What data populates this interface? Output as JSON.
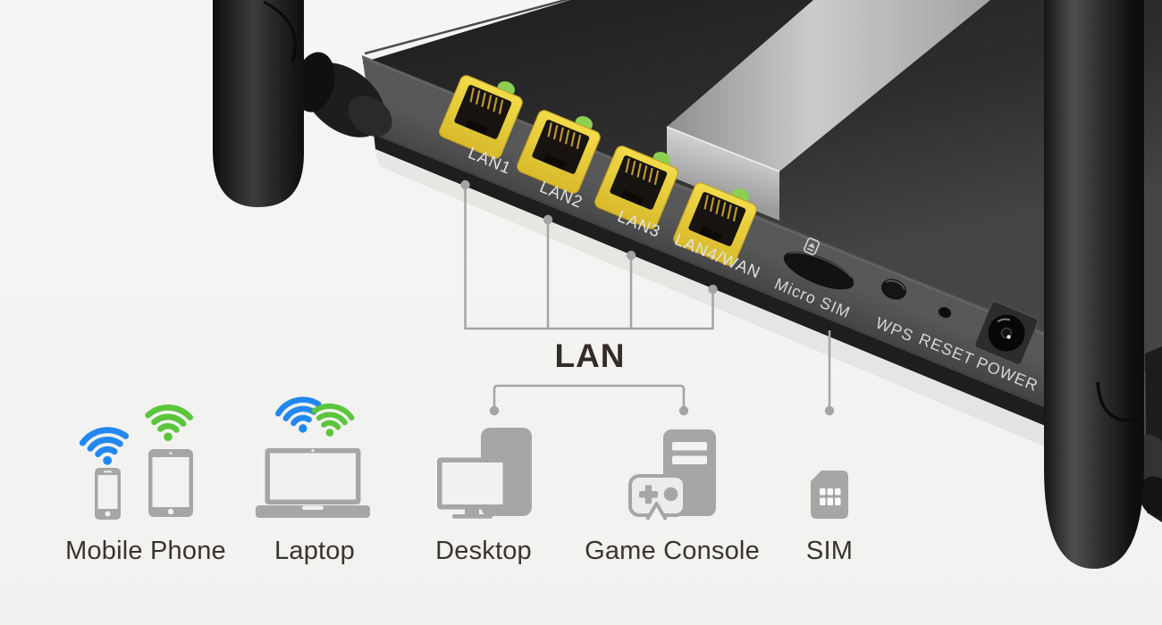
{
  "router": {
    "port_labels": [
      "LAN1",
      "LAN2",
      "LAN3",
      "LAN4/WAN"
    ],
    "panel_labels": {
      "sim_slot": "Micro SIM",
      "wps": "WPS",
      "reset": "RESET",
      "power": "POWER"
    }
  },
  "callouts": {
    "lan_group_label": "LAN"
  },
  "devices": [
    {
      "id": "mobile-phone",
      "label": "Mobile Phone"
    },
    {
      "id": "laptop",
      "label": "Laptop"
    },
    {
      "id": "desktop",
      "label": "Desktop"
    },
    {
      "id": "game-console",
      "label": "Game Console"
    },
    {
      "id": "sim",
      "label": "SIM"
    }
  ],
  "colors": {
    "wifi_blue": "#2288f0",
    "wifi_green": "#5bc53c",
    "port_yellow": "#e9cf3c",
    "icon_gray": "#a6a6a6",
    "callout_line_gray": "#a4a4a4",
    "label_text_dark": "#3a332f",
    "background": "#f3f3f1"
  }
}
